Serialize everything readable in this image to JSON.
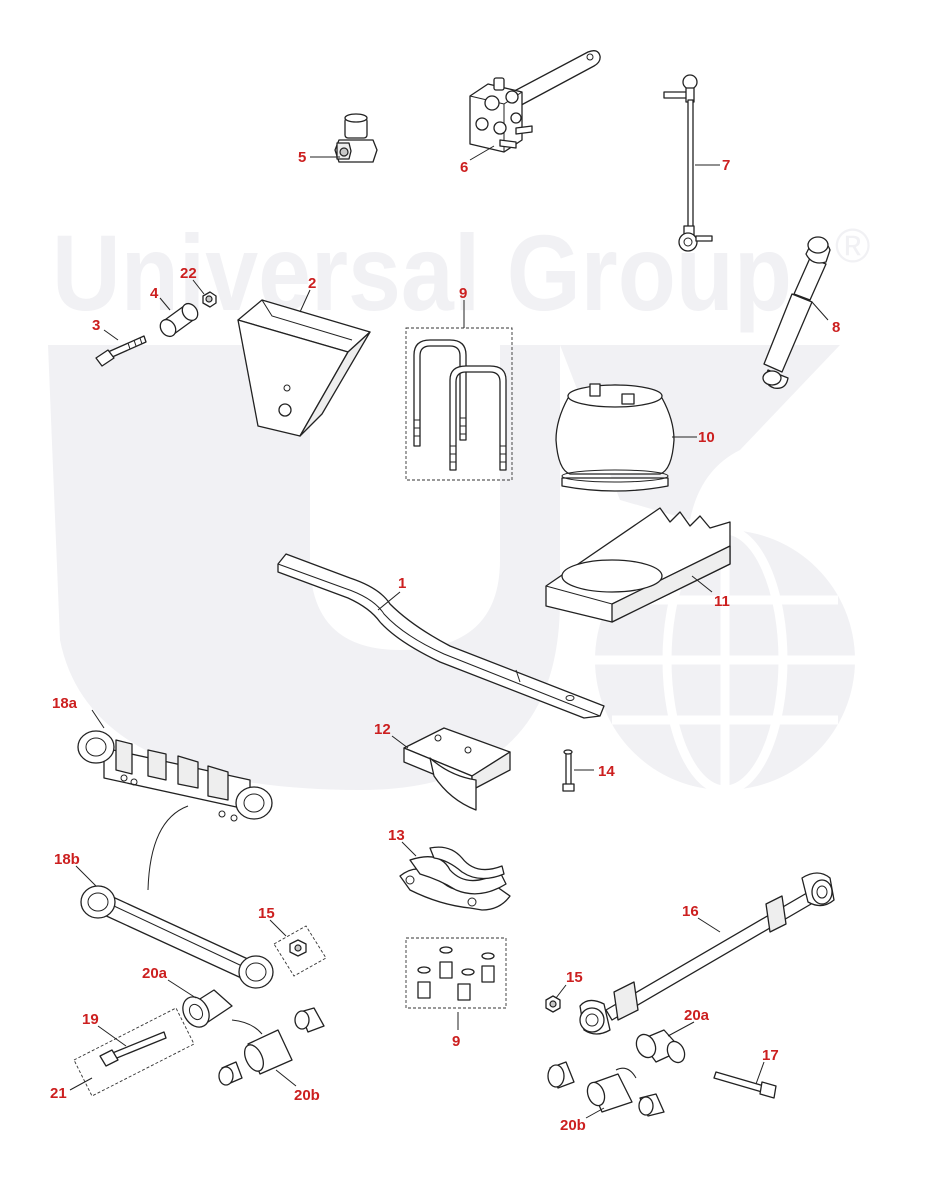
{
  "watermark": {
    "text": "Universal Group",
    "registered": "®",
    "color": "#f1f1f4"
  },
  "colors": {
    "label": "#cc1f1f",
    "line": "#222222"
  },
  "labels": {
    "p1": "1",
    "p2": "2",
    "p3": "3",
    "p4": "4",
    "p5": "5",
    "p6": "6",
    "p7": "7",
    "p8": "8",
    "p9_top": "9",
    "p9_bottom": "9",
    "p10": "10",
    "p11": "11",
    "p12": "12",
    "p13": "13",
    "p14": "14",
    "p15_left": "15",
    "p15_right": "15",
    "p16": "16",
    "p17": "17",
    "p18a": "18a",
    "p18b": "18b",
    "p19": "19",
    "p20a_left": "20a",
    "p20a_right": "20a",
    "p20b_left": "20b",
    "p20b_right": "20b",
    "p21": "21",
    "p22": "22"
  }
}
